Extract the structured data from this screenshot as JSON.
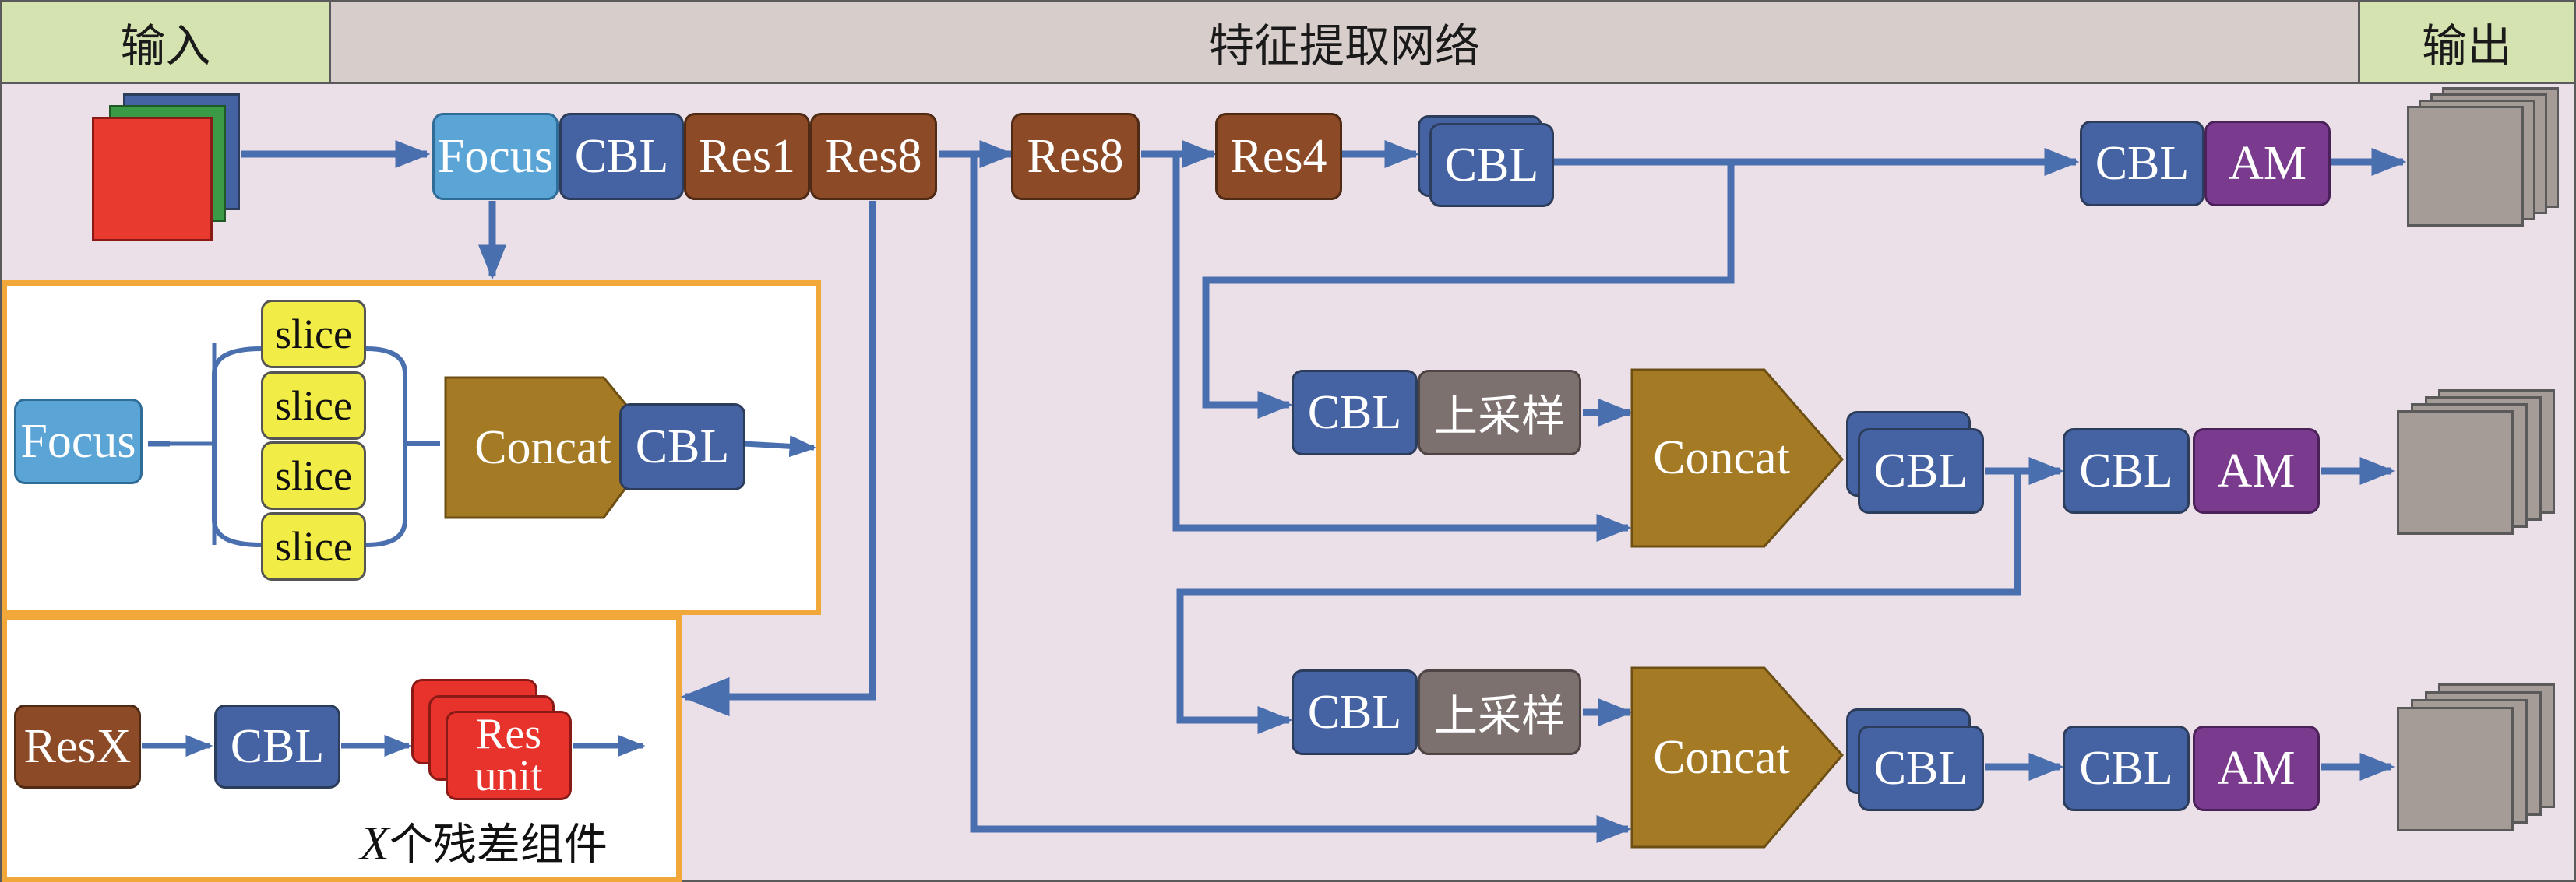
{
  "header": {
    "input_label": "输入",
    "network_label": "特征提取网络",
    "output_label": "输出"
  },
  "backbone": {
    "focus": "Focus",
    "cbl": "CBL",
    "res1": "Res1",
    "res8_a": "Res8",
    "res8_b": "Res8",
    "res4": "Res4",
    "cbl_stack": "CBL"
  },
  "branch_top": {
    "cbl": "CBL",
    "am": "AM"
  },
  "branch_mid": {
    "cbl_in": "CBL",
    "upsample": "上采样",
    "concat": "Concat",
    "cbl_stack": "CBL",
    "cbl": "CBL",
    "am": "AM"
  },
  "branch_bot": {
    "cbl_in": "CBL",
    "upsample": "上采样",
    "concat": "Concat",
    "cbl_stack": "CBL",
    "cbl": "CBL",
    "am": "AM"
  },
  "focus_detail": {
    "focus": "Focus",
    "slices": [
      "slice",
      "slice",
      "slice",
      "slice"
    ],
    "concat": "Concat",
    "cbl": "CBL"
  },
  "resx_detail": {
    "resx": "ResX",
    "cbl": "CBL",
    "res_unit_line1": "Res",
    "res_unit_line2": "unit",
    "caption_var": "X",
    "caption_text": "个残差组件"
  },
  "colors": {
    "cbl": "#4563a3",
    "res": "#8c4a26",
    "am": "#7a3a8e",
    "upsample": "#7d7170",
    "concat": "#a47a25",
    "focus": "#5ba5d6",
    "slice": "#f2ec47",
    "res_unit": "#e8332d",
    "arrow": "#4a6fae",
    "panel_border": "#f2a73a",
    "body_bg": "#ece0e8",
    "header_green": "#d5e3b0",
    "header_gray": "#d7cdca"
  }
}
